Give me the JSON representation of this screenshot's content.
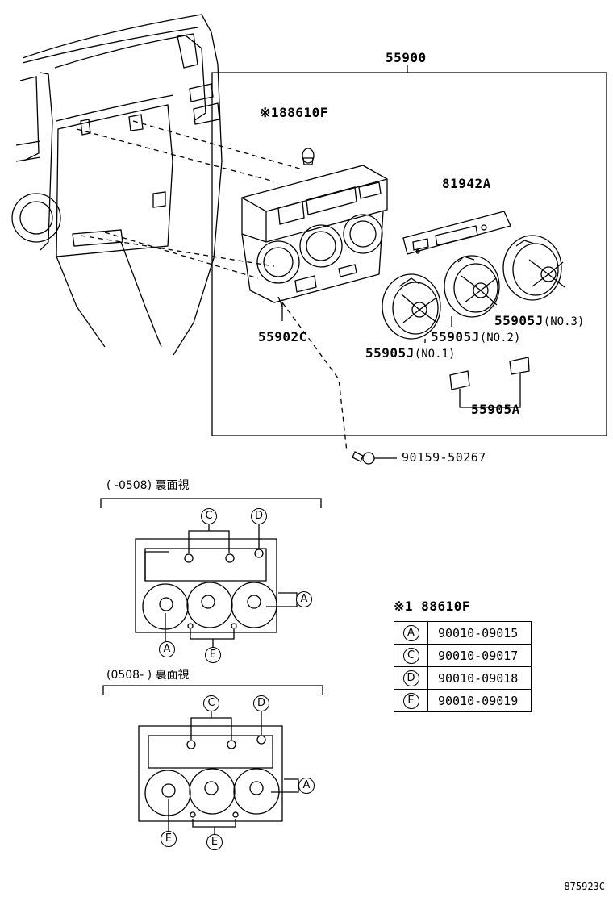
{
  "labels": {
    "assembly": "55900",
    "bulb_note": "※188610F",
    "panel_plate": "81942A",
    "panel_housing": "55902C",
    "knob_no3_part": "55905J",
    "knob_no3_note": "(NO.3)",
    "knob_no2_part": "55905J",
    "knob_no2_note": "(NO.2)",
    "knob_no1_part": "55905J",
    "knob_no1_note": "(NO.1)",
    "button": "55905A",
    "screw": "90159-50267"
  },
  "views": {
    "top_caption": "(      -0508) 裏面視",
    "bottom_caption": "(0508-      ) 裏面視"
  },
  "markers": {
    "A": "A",
    "C": "C",
    "D": "D",
    "E": "E"
  },
  "bulb_table": {
    "title": "※1 88610F",
    "rows": [
      {
        "key": "A",
        "value": "90010-09015"
      },
      {
        "key": "C",
        "value": "90010-09017"
      },
      {
        "key": "D",
        "value": "90010-09018"
      },
      {
        "key": "E",
        "value": "90010-09019"
      }
    ]
  },
  "footer_code": "875923C"
}
